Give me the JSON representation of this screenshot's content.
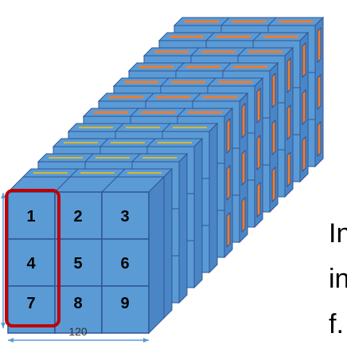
{
  "front_face": {
    "cells": [
      "1",
      "2",
      "3",
      "4",
      "5",
      "6",
      "7",
      "8",
      "9"
    ],
    "highlighted_column": [
      "1",
      "4",
      "7"
    ],
    "highlight_color": "#c00000"
  },
  "dimension": {
    "width_label": "120"
  },
  "stack": {
    "layer_count": 12,
    "block_color": "#5b9bd5",
    "block_edge_color": "#2f5597",
    "accent_colors": [
      "#ed7d31",
      "#ffc000"
    ]
  },
  "side_text": {
    "line1": "In",
    "line2": "in",
    "line3": "f."
  }
}
